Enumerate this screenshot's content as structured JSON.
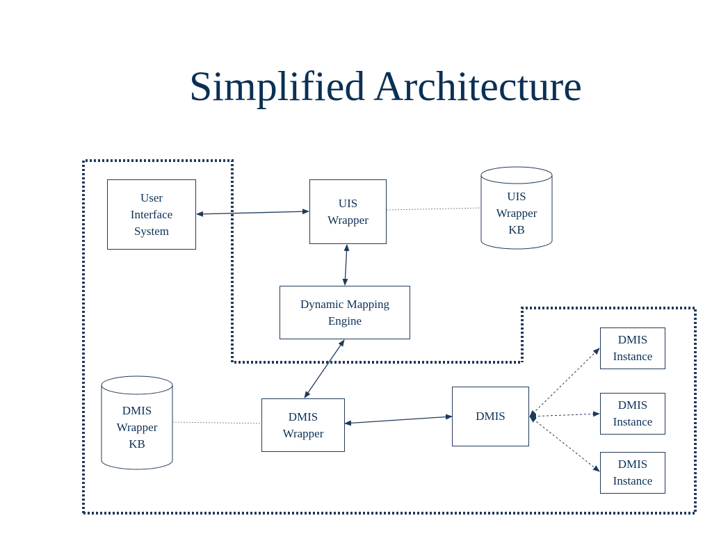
{
  "title": "Simplified Architecture",
  "nodes": {
    "user_interface_system": [
      "User",
      "Interface",
      "System"
    ],
    "uis_wrapper": [
      "UIS",
      "Wrapper"
    ],
    "uis_wrapper_kb": [
      "UIS",
      "Wrapper",
      "KB"
    ],
    "dynamic_mapping_engine": [
      "Dynamic Mapping",
      "Engine"
    ],
    "dmis_wrapper_kb": [
      "DMIS",
      "Wrapper",
      "KB"
    ],
    "dmis_wrapper": [
      "DMIS",
      "Wrapper"
    ],
    "dmis": [
      "DMIS"
    ],
    "dmis_instance_1": [
      "DMIS",
      "Instance"
    ],
    "dmis_instance_2": [
      "DMIS",
      "Instance"
    ],
    "dmis_instance_3": [
      "DMIS",
      "Instance"
    ]
  },
  "colors": {
    "title": "#0b3055",
    "stroke": "#1f3a5a",
    "text": "#0b3055"
  }
}
